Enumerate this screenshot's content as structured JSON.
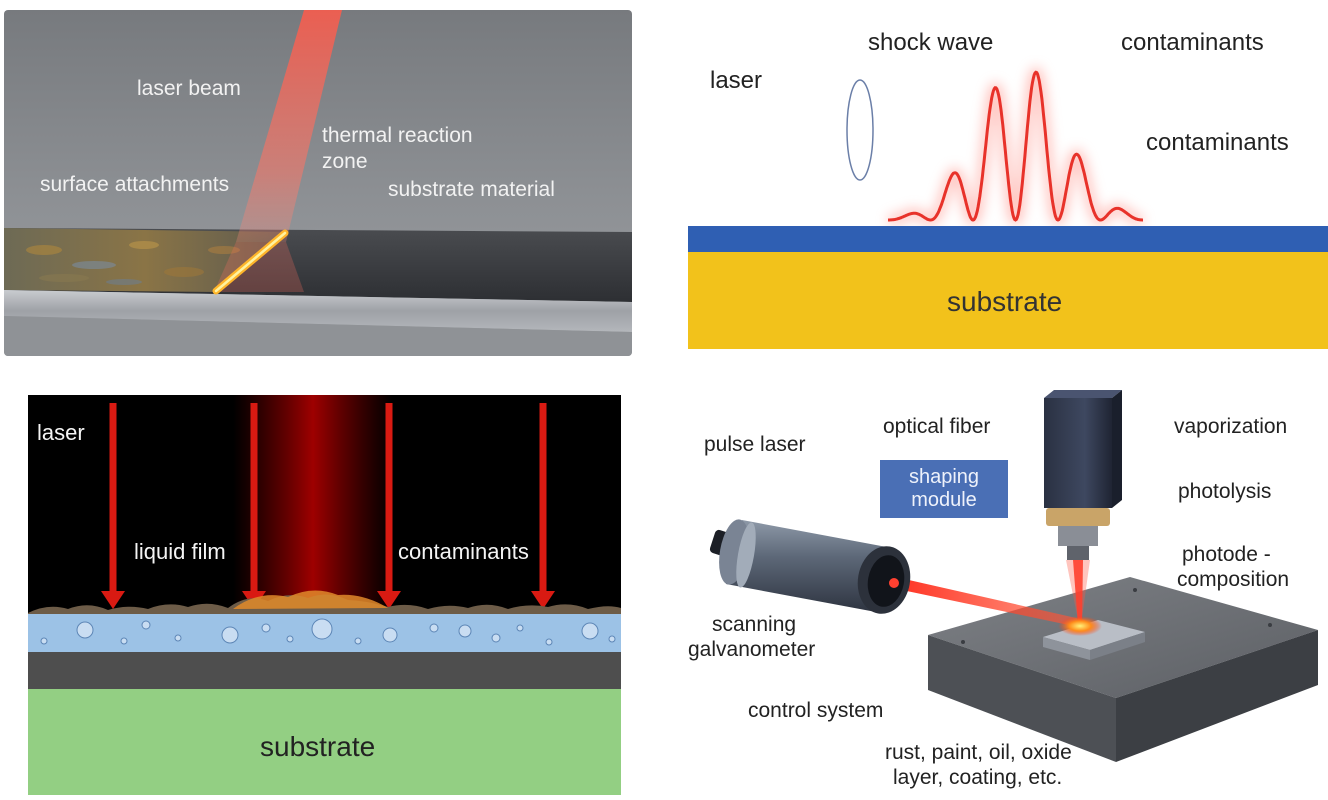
{
  "panel1": {
    "laser_beam": "laser beam",
    "thermal_line1": "thermal reaction",
    "thermal_line2": "zone",
    "surface_attachments": "surface attachments",
    "substrate_material": "substrate material"
  },
  "panel2": {
    "laser": "laser",
    "shock_wave": "shock wave",
    "contaminants_top": "contaminants",
    "contaminants_side": "contaminants",
    "substrate": "substrate",
    "colors": {
      "coating": "#2f5fb3",
      "substrate": "#f2c21b",
      "wave": "#e8322a"
    }
  },
  "panel3": {
    "laser": "laser",
    "liquid_film": "liquid film",
    "contaminants": "contaminants",
    "substrate": "substrate",
    "colors": {
      "background": "#000000",
      "arrows": "#d91a12",
      "liquid": "#9cc2e6",
      "substrate": "#93cf83"
    }
  },
  "panel4": {
    "pulse_laser": "pulse laser",
    "optical_fiber": "optical fiber",
    "shaping_line1": "shaping",
    "shaping_line2": "module",
    "vaporization": "vaporization",
    "photolysis": "photolysis",
    "photode_line1": "photode -",
    "photode_line2": "composition",
    "scanning_line1": "scanning",
    "scanning_line2": "galvanometer",
    "control_system": "control system",
    "rust_line1": "rust, paint, oil, oxide",
    "rust_line2": "layer, coating, etc."
  }
}
